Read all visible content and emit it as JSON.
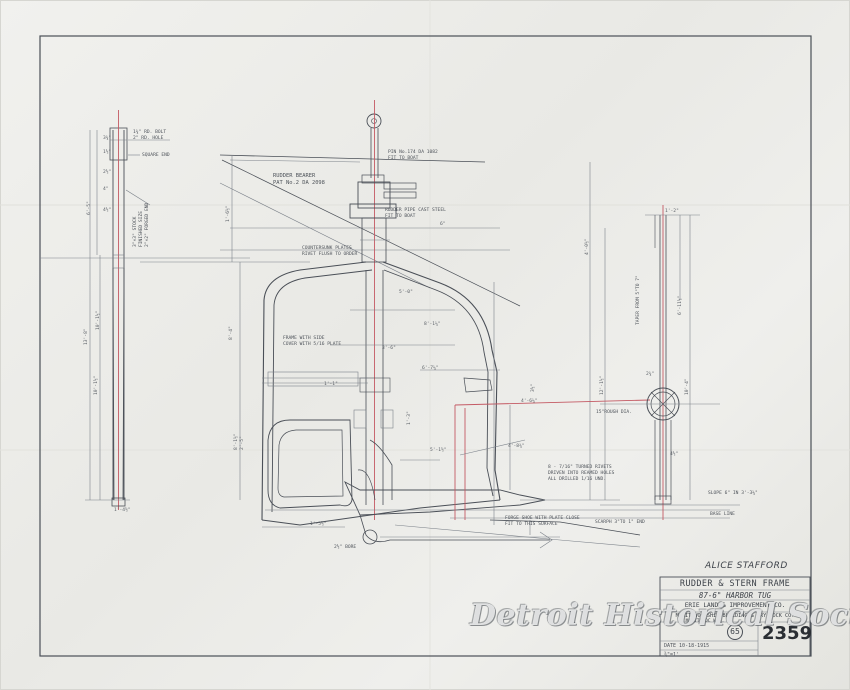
{
  "labels": {
    "square_end_top": "1¾\" RD. BOLT",
    "square_end_top2": "2\" RD. HOLE",
    "square_end": "SQUARE END",
    "stock_note1": "3\"×3\" STOCK",
    "stock_note2": "FINISHED SIZE",
    "stock_note3": "2\"×2\" FORGED END",
    "pin_note1": "PIN No.174 DA 1082",
    "pin_note2": "FIT TO BOAT",
    "rudder_bearer1": "RUDDER BEARER",
    "rudder_bearer2": "PAT No.2 DA 2098",
    "rudder_pipe1": "RUDDER PIPE CAST STEEL",
    "rudder_pipe2": "FIT TO BOAT",
    "counter_plate1": "COUNTERSUNK PLATES",
    "counter_plate2": "RIVET FLUSH TO ORDER",
    "frame_note1": "FRAME WITH SIDE",
    "frame_note2": "COVER WITH 5/16 PLATE",
    "rivet_note1": "8 - 7/16\" TURNED RIVETS",
    "rivet_note2": "DRIVEN INTO REAMED HOLES",
    "rivet_note3": "ALL DRILLED 1/16 UND.",
    "forge_note1": "FORGE SHOE WITH PLATE CLOSE",
    "forge_note2": "FIT TO THIS SURFACE",
    "scarph_note": "SCARPH 3\"TO 1\" END",
    "rough_dia": "15\"ROUGH DIA.",
    "slope_note": "SLOPE 6\" IN 3'-3¼\"",
    "base_line": "BASE LINE",
    "bore_note": "2½\" BORE",
    "taper_note": "TAPER FROM 5\"TO 7\""
  },
  "dimensions": [
    "3¾\"",
    "1½\"",
    "2½\"",
    "4\"",
    "4½\"",
    "6'-5\"",
    "13'-8\"",
    "10'-1½\"",
    "1'-4½\"",
    "6\"",
    "4'-0½\"",
    "1'-6½\"",
    "8'-1½\"",
    "5'-0\"",
    "1'-1\"",
    "8'-1¼\"",
    "6'-7¼\"",
    "3½\"",
    "4'-6¼\"",
    "5'-1½\"",
    "12'-1½\"",
    "10'-4\"",
    "6'-11½\"",
    "8'-4\"",
    "4'-8¾\"",
    "1'-5½\"",
    "2'-5\"",
    "1'-3\"",
    "3'-6\"",
    "10'-1½\"",
    "1'-2\"",
    "4½\"",
    "2¾\""
  ],
  "title_block": {
    "drawn_by": "ALICE STAFFORD",
    "title": "RUDDER & STERN FRAME",
    "subtitle": "87-6\" HARBOR TUG",
    "company": "ERIE LAND & IMPROVEMENT CO.",
    "builder": "MANITOWOC SHIP BUILDING & DRY DOCK CO.",
    "builder2": "MANITOWOC WIS.",
    "circled_number": "65",
    "drawing_number": "2359",
    "date": "DATE 10-18-1915",
    "scale": "¾\"=1'"
  },
  "watermark": "Detroit Historical Society"
}
